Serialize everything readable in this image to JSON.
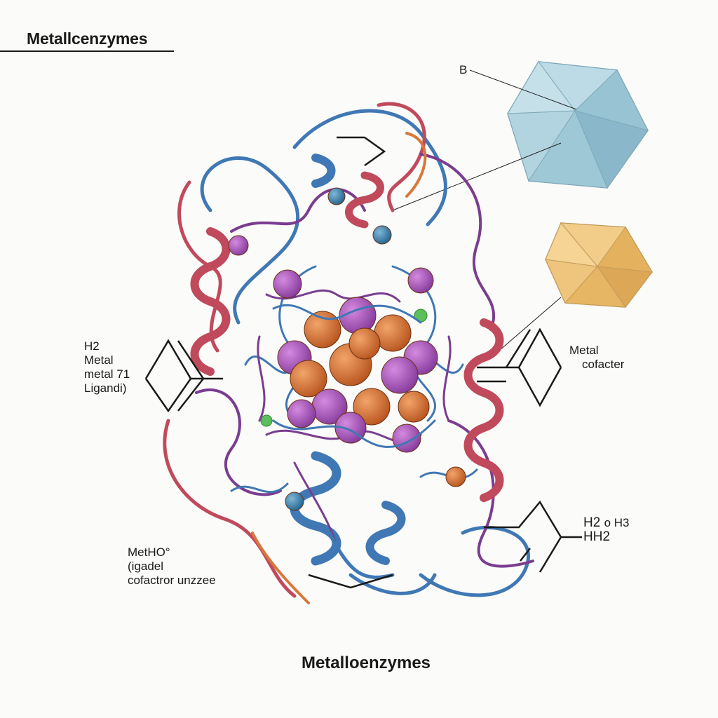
{
  "title_top": "Metallcenzymes",
  "title_bottom": "Metalloenzymes",
  "labels": {
    "b": "B",
    "left_upper": [
      "H2",
      "Metal",
      "metal 71",
      "Ligandi)"
    ],
    "right_middle": [
      "Metal",
      "cofacter"
    ],
    "left_lower": [
      "MetHO°",
      "(igadel",
      "cofactror unzzee"
    ],
    "right_lower": [
      "H2",
      "o H3",
      "HH2"
    ]
  },
  "colors": {
    "helix_red": "#c04a5c",
    "helix_blue": "#3f78b4",
    "coil_purple": "#7a3d8f",
    "cluster_orange": "#d9773a",
    "cluster_violet": "#b05cc0",
    "crystal_blue": "#9cc6d6",
    "crystal_gold": "#e7b768"
  }
}
